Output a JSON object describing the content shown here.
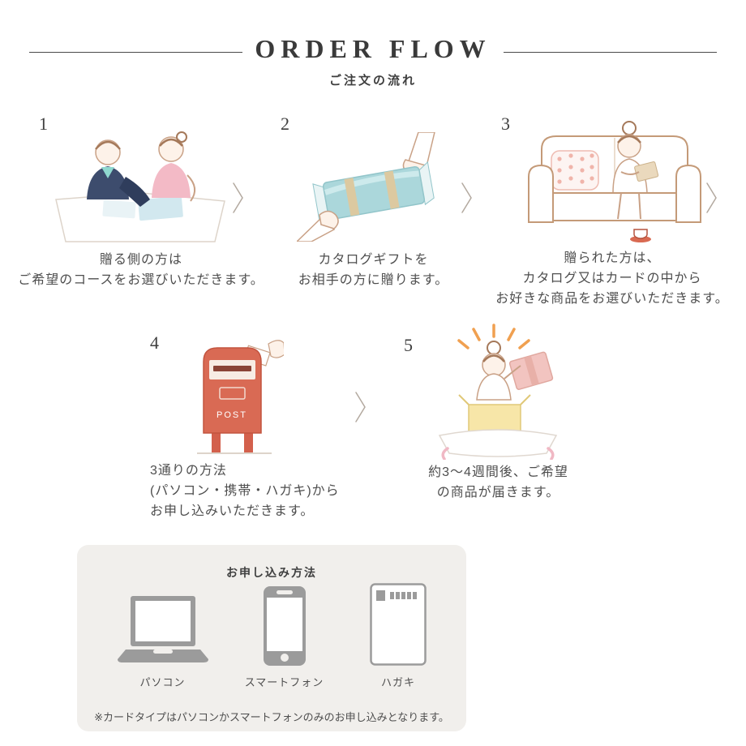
{
  "header": {
    "title": "ORDER FLOW",
    "subtitle": "ご注文の流れ"
  },
  "steps": [
    {
      "number": "1",
      "illustration": "giver-choosing-course",
      "lines": [
        "贈る側の方は",
        "ご希望のコースをお選びいただきます。"
      ]
    },
    {
      "number": "2",
      "illustration": "handing-catalog-gift",
      "lines": [
        "カタログギフトを",
        "お相手の方に贈ります。"
      ]
    },
    {
      "number": "3",
      "illustration": "recipient-browsing-on-sofa",
      "lines": [
        "贈られた方は、",
        "カタログ又はカードの中から",
        "お好きな商品をお選びいただきます。"
      ]
    },
    {
      "number": "4",
      "illustration": "mailing-postbox",
      "lines": [
        "3通りの方法",
        "(パソコン・携帯・ハガキ)から",
        "お申し込みいただきます。"
      ]
    },
    {
      "number": "5",
      "illustration": "receiving-gift",
      "lines": [
        "約3〜4週間後、ご希望",
        "の商品が届きます。"
      ]
    }
  ],
  "postbox_label": "POST",
  "methods": {
    "title": "お申し込み方法",
    "items": [
      {
        "label": "パソコン",
        "icon": "laptop-icon"
      },
      {
        "label": "スマートフォン",
        "icon": "smartphone-icon"
      },
      {
        "label": "ハガキ",
        "icon": "postcard-icon"
      }
    ],
    "note": "※カードタイプはパソコンかスマートフォンのみのお申し込みとなります。"
  },
  "colors": {
    "postbox_red": "#d96a54",
    "gift_teal": "#abd7db",
    "pink": "#f3bac6",
    "navy": "#3d4c6d",
    "icon_gray": "#9b9b9b",
    "panel_bg": "#f1efec",
    "text": "#4a4a4a"
  }
}
